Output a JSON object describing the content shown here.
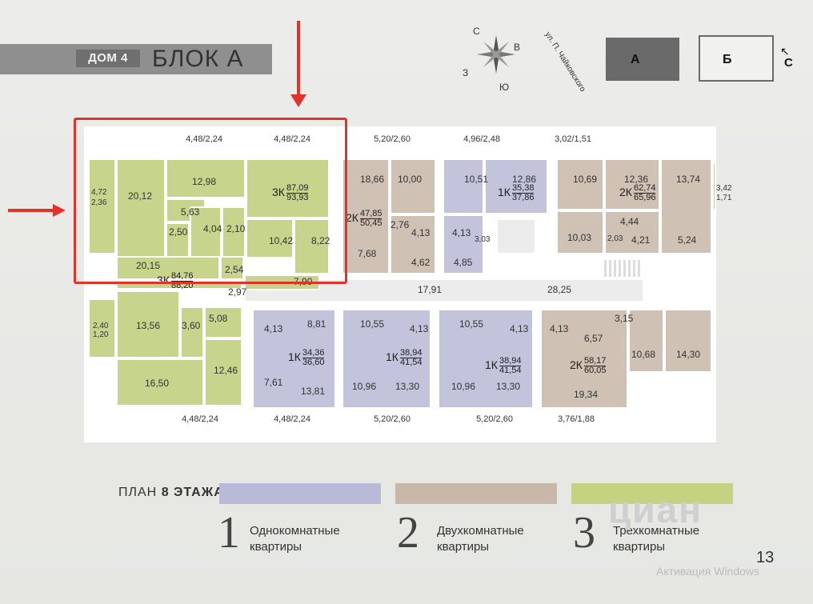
{
  "header": {
    "house_badge": "ДОМ 4",
    "block_title": "БЛОК А"
  },
  "compass": {
    "n": "С",
    "e": "В",
    "s": "Ю",
    "w": "З"
  },
  "street_label": "ул. П. Чайковского",
  "mini_map": {
    "block_a": "А",
    "block_b": "Б",
    "north": "С"
  },
  "apartments": {
    "apt_3k_top": {
      "type": "3К",
      "area_top": "87,09",
      "area_bottom": "93,93"
    },
    "apt_3k_mid": {
      "type": "3К",
      "area_top": "84,76",
      "area_bottom": "88,20"
    },
    "apt_2k_a": {
      "type": "2К",
      "area_top": "47,85",
      "area_bottom": "50,45"
    },
    "apt_1k_a": {
      "type": "1К",
      "area_top": "35,38",
      "area_bottom": "37,86"
    },
    "apt_2k_b": {
      "type": "2К",
      "area_top": "62,74",
      "area_bottom": "65,96"
    },
    "apt_1k_b": {
      "type": "1К",
      "area_top": "34,36",
      "area_bottom": "36,60"
    },
    "apt_1k_c": {
      "type": "1К",
      "area_top": "38,94",
      "area_bottom": "41,54"
    },
    "apt_1k_d": {
      "type": "1К",
      "area_top": "38,94",
      "area_bottom": "41,54"
    },
    "apt_2k_c": {
      "type": "2К",
      "area_top": "58,17",
      "area_bottom": "60,05"
    }
  },
  "balconies": {
    "top_1": "4,48/2,24",
    "top_2": "4,48/2,24",
    "top_3": "5,20/2,60",
    "top_4": "4,96/2,48",
    "top_5": "3,02/1,51",
    "bottom_1": "4,48/2,24",
    "bottom_2": "4,48/2,24",
    "bottom_3": "5,20/2,60",
    "bottom_4": "5,20/2,60",
    "bottom_5": "3,76/1,88",
    "left_top_a": "4,72",
    "left_top_b": "2,36",
    "left_bot_a": "2,40",
    "left_bot_b": "1,20",
    "right_top_a": "3,42",
    "right_top_b": "1,71"
  },
  "rooms": {
    "r1": "20,12",
    "r2": "12,98",
    "r3": "5,63",
    "r4": "2,50",
    "r5": "4,04",
    "r6": "2,10",
    "r7": "10,42",
    "r8": "8,22",
    "r9": "20,15",
    "r10": "2,54",
    "r11": "7,90",
    "r12": "2,97",
    "r13": "13,56",
    "r14": "3,60",
    "r15": "5,08",
    "r16": "16,50",
    "r17": "12,46",
    "r18": "18,66",
    "r19": "10,00",
    "r20": "2,76",
    "r21": "4,13",
    "r22": "7,68",
    "r23": "4,62",
    "r24": "10,51",
    "r25": "12,86",
    "r26": "4,13",
    "r27": "3,03",
    "r28": "4,85",
    "r29": "10,69",
    "r30": "12,36",
    "r31": "13,74",
    "r32": "4,44",
    "r33": "10,03",
    "r34": "2,03",
    "r35": "4,21",
    "r36": "5,24",
    "r37": "17,91",
    "r38": "28,25",
    "r39": "4,13",
    "r40": "8,81",
    "r41": "7,61",
    "r42": "13,81",
    "r43": "10,55",
    "r44": "4,13",
    "r45": "10,96",
    "r46": "13,30",
    "r47": "10,55",
    "r48": "4,13",
    "r49": "10,96",
    "r50": "13,30",
    "r51": "4,13",
    "r52": "6,57",
    "r53": "3,15",
    "r54": "10,68",
    "r55": "14,30",
    "r56": "19,34"
  },
  "legend": {
    "title_prefix": "ПЛАН",
    "title_floor": "8 ЭТАЖА",
    "items": [
      {
        "num": "1",
        "line1": "Однокомнатные",
        "line2": "квартиры",
        "color": "#b9b9d8"
      },
      {
        "num": "2",
        "line1": "Двухкомнатные",
        "line2": "квартиры",
        "color": "#c9b8a9"
      },
      {
        "num": "3",
        "line1": "Трехкомнатные",
        "line2": "квартиры",
        "color": "#c5d282"
      }
    ]
  },
  "page_number": "13",
  "watermark_logo": "циан",
  "watermark_text": "Активация Windows"
}
